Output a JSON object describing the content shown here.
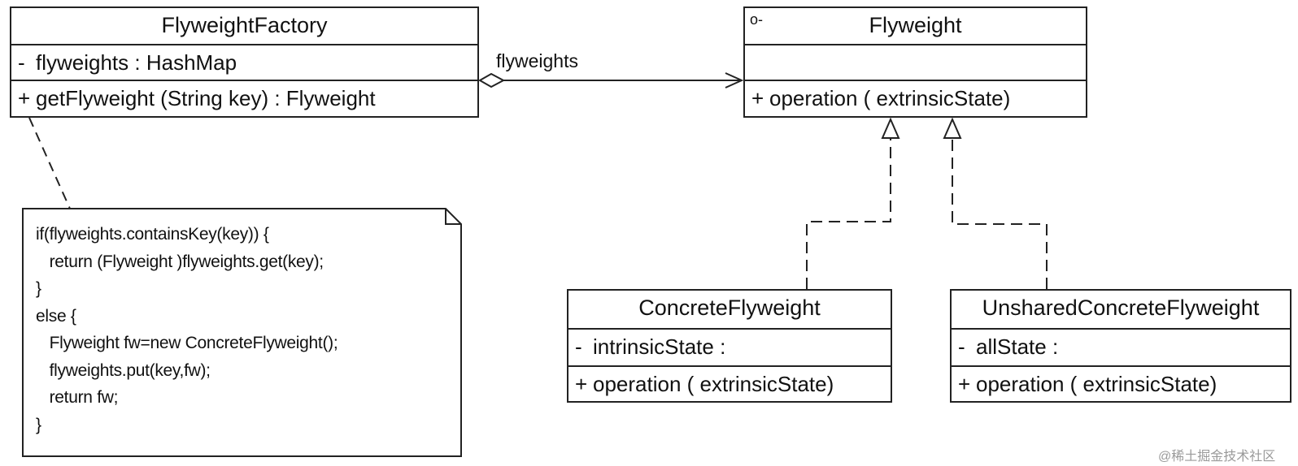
{
  "factory": {
    "name": "FlyweightFactory",
    "attr_vis": "-",
    "attr": "flyweights : HashMap",
    "op_vis": "+",
    "op": "getFlyweight (String key) : Flyweight"
  },
  "flyweight": {
    "marker": "o-",
    "name": "Flyweight",
    "op_vis": "+",
    "op": "operation ( extrinsicState)"
  },
  "concrete": {
    "name": "ConcreteFlyweight",
    "attr_vis": "-",
    "attr": "intrinsicState :",
    "op_vis": "+",
    "op": "operation ( extrinsicState)"
  },
  "unshared": {
    "name": "UnsharedConcreteFlyweight",
    "attr_vis": "-",
    "attr": "allState :",
    "op_vis": "+",
    "op": "operation ( extrinsicState)"
  },
  "association": {
    "label": "flyweights"
  },
  "note": {
    "code": "if(flyweights.containsKey(key)) {\n   return (Flyweight )flyweights.get(key);\n}\nelse {\n   Flyweight fw=new ConcreteFlyweight();\n   flyweights.put(key,fw);\n   return fw;\n}"
  },
  "watermark": "@稀土掘金技术社区"
}
